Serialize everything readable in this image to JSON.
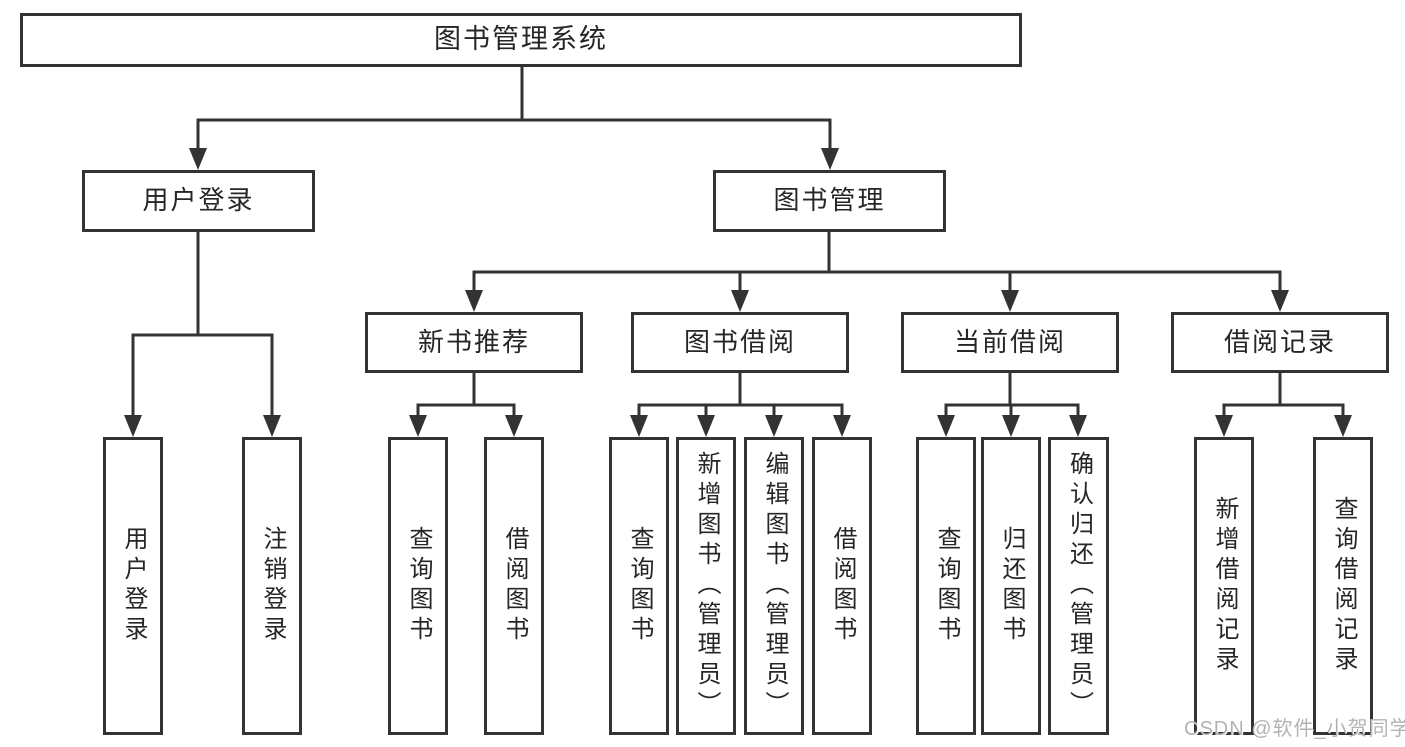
{
  "tree": {
    "label": "图书管理系统",
    "children": [
      {
        "label": "用户登录",
        "children": [
          {
            "label": "用户登录"
          },
          {
            "label": "注销登录"
          }
        ]
      },
      {
        "label": "图书管理",
        "children": [
          {
            "label": "新书推荐",
            "children": [
              {
                "label": "查询图书"
              },
              {
                "label": "借阅图书"
              }
            ]
          },
          {
            "label": "图书借阅",
            "children": [
              {
                "label": "查询图书"
              },
              {
                "label": "新增图书（管理员）"
              },
              {
                "label": "编辑图书（管理员）"
              },
              {
                "label": "借阅图书"
              }
            ]
          },
          {
            "label": "当前借阅",
            "children": [
              {
                "label": "查询图书"
              },
              {
                "label": "归还图书"
              },
              {
                "label": "确认归还（管理员）"
              }
            ]
          },
          {
            "label": "借阅记录",
            "children": [
              {
                "label": "新增借阅记录"
              },
              {
                "label": "查询借阅记录"
              }
            ]
          }
        ]
      }
    ]
  },
  "watermark": "CSDN @软件_小贺同学",
  "colors": {
    "line": "#333333",
    "text": "#262626",
    "box_background": "#ffffff",
    "watermark": "#b3b3b3",
    "page_background": "#ffffff"
  }
}
